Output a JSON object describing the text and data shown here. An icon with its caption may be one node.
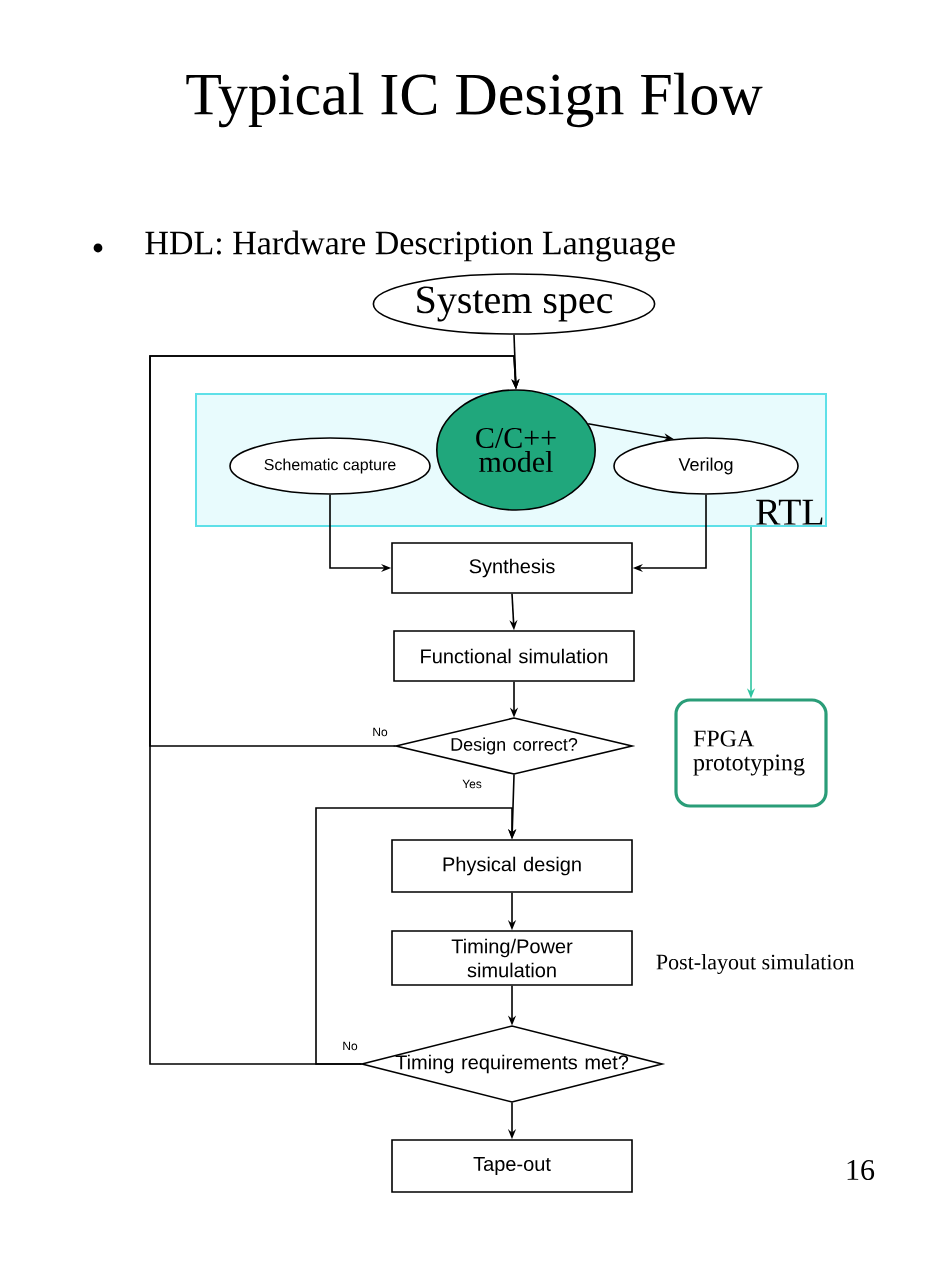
{
  "diagram": {
    "title": "Typical IC Design Flow",
    "nodes": [
      {
        "text": [
          "System spec"
        ]
      },
      {
        "text": [
          "RTL"
        ]
      },
      {
        "text": [
          "Schematic capture"
        ],
        "in": 1
      },
      {
        "text": [
          "C/C++ model"
        ],
        "in": 1
      },
      {
        "text": [
          "Verilog"
        ],
        "in": 1
      },
      {
        "text": [
          "Synthesis"
        ]
      },
      {
        "text": [
          "Functional simulation"
        ]
      },
      {
        "text": [
          "Design correct?"
        ]
      },
      {
        "text": [
          "FPGA prototyping"
        ]
      },
      {
        "text": [
          "Physical design"
        ]
      },
      {
        "text": [
          "Timing/Power simulation"
        ],
        "beside": [
          "Post-layout simulation"
        ]
      },
      {
        "text": [
          "Timing requirements met?"
        ]
      },
      {
        "text": [
          "Tape-out"
        ]
      }
    ],
    "edges": [
      {
        "from": 0,
        "to": 3,
        "arrow": "to"
      },
      {
        "from": 3,
        "to": 4,
        "arrow": "to"
      },
      {
        "from": 2,
        "to": 5,
        "arrow": "to"
      },
      {
        "from": 4,
        "to": 5,
        "arrow": "to"
      },
      {
        "from": 1,
        "to": 8,
        "arrow": "to",
        "color": "#2ec4a0"
      },
      {
        "from": 5,
        "to": 6,
        "arrow": "to"
      },
      {
        "from": 6,
        "to": 7,
        "arrow": "to"
      },
      {
        "from": 7,
        "to": 3,
        "arrow": "to",
        "label": "No"
      },
      {
        "from": 7,
        "to": 9,
        "arrow": "to",
        "label": "Yes"
      },
      {
        "from": 9,
        "to": 10,
        "arrow": "to"
      },
      {
        "from": 10,
        "to": 11,
        "arrow": "to"
      },
      {
        "from": 11,
        "to": 9,
        "arrow": "to",
        "label": "No"
      },
      {
        "from": 11,
        "to": 3,
        "arrow": "to"
      },
      {
        "from": 11,
        "to": 12,
        "arrow": "to"
      }
    ],
    "labels": [
      "HDL: Hardware Description Language",
      "16"
    ]
  }
}
